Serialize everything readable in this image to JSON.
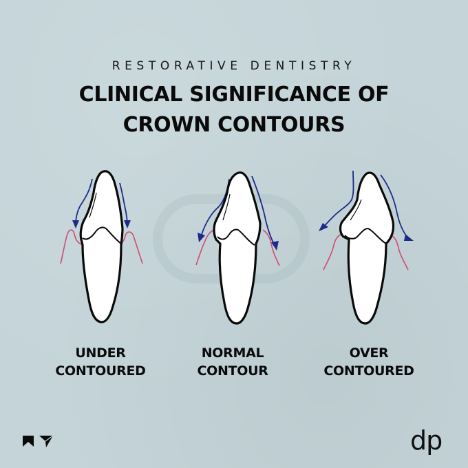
{
  "header": {
    "subtitle": "RESTORATIVE DENTISTRY",
    "title_line1": "CLINICAL SIGNIFICANCE OF",
    "title_line2": "CROWN CONTOURS"
  },
  "colors": {
    "background": "#c4d4d8",
    "arrow": "#1d2a8a",
    "gingiva": "#d04a70",
    "outline": "#0a0a0a",
    "tooth_fill": "#ffffff"
  },
  "teeth": [
    {
      "id": "under",
      "label_line1": "UNDER",
      "label_line2": "CONTOURED"
    },
    {
      "id": "normal",
      "label_line1": "NORMAL",
      "label_line2": "CONTOUR"
    },
    {
      "id": "over",
      "label_line1": "OVER",
      "label_line2": "CONTOURED"
    }
  ],
  "footer": {
    "left_icons": [
      "bookmark-icon",
      "send-icon"
    ],
    "brand_logo": "dp"
  }
}
